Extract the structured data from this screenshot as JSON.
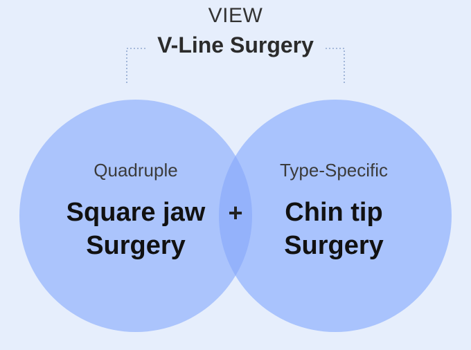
{
  "header": {
    "brand": "VIEW",
    "title": "V-Line Surgery"
  },
  "circles": {
    "left": {
      "subtitle": "Quadruple",
      "title_line1": "Square jaw",
      "title_line2": "Surgery"
    },
    "right": {
      "subtitle": "Type-Specific",
      "title_line1": "Chin tip",
      "title_line2": "Surgery"
    }
  },
  "operator": "+",
  "colors": {
    "background": "#e6eefc",
    "left_circle": "#abc4fc",
    "right_circle": "#a9c3fd",
    "overlap": "#94b2fb",
    "bracket": "#8fa7cf"
  }
}
